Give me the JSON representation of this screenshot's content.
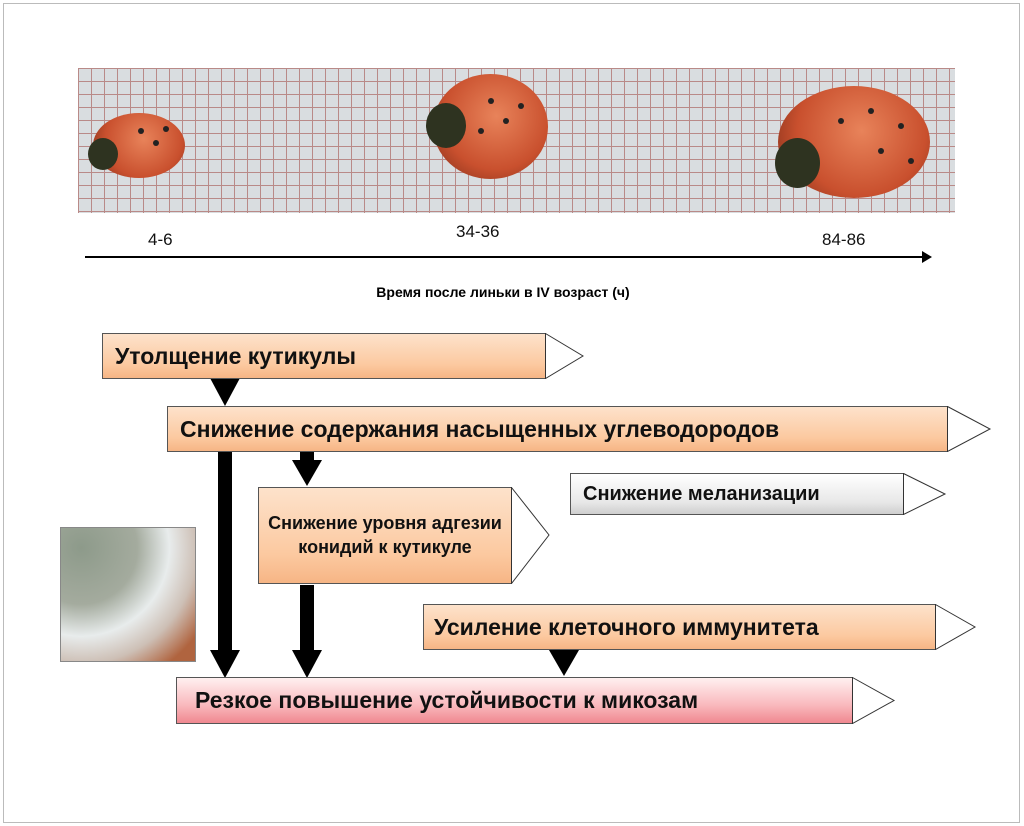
{
  "timeline": {
    "labels": [
      "4-6",
      "34-36",
      "84-86"
    ],
    "axis_label": "Время после линьки в IV возраст (ч)"
  },
  "boxes": {
    "cuticle": "Утолщение кутикулы",
    "hydrocarbons": "Снижение содержания насыщенных углеводородов",
    "adhesion": "Снижение уровня адгезии конидий к кутикуле",
    "melanization": "Снижение меланизации",
    "immunity": "Усиление клеточного иммунитета",
    "resistance": "Резкое повышение устойчивости к микозам"
  },
  "colors": {
    "orange_box": "#fcc9a0",
    "pink_box": "#f9b9bd",
    "gray_box": "#e8e8e8"
  }
}
